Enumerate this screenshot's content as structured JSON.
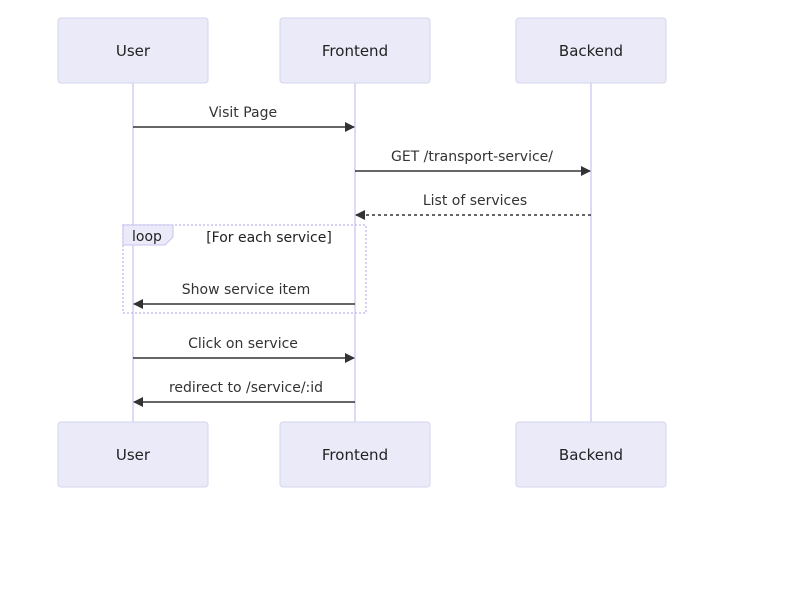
{
  "participants": [
    {
      "id": "user",
      "label": "User"
    },
    {
      "id": "frontend",
      "label": "Frontend"
    },
    {
      "id": "backend",
      "label": "Backend"
    }
  ],
  "messages": [
    {
      "from": "user",
      "to": "frontend",
      "label": "Visit Page",
      "style": "solid"
    },
    {
      "from": "frontend",
      "to": "backend",
      "label": "GET /transport-service/",
      "style": "solid"
    },
    {
      "from": "backend",
      "to": "frontend",
      "label": "List of services",
      "style": "dotted"
    },
    {
      "from": "frontend",
      "to": "user",
      "label": "Show service item",
      "style": "solid"
    },
    {
      "from": "user",
      "to": "frontend",
      "label": "Click on service",
      "style": "solid"
    },
    {
      "from": "frontend",
      "to": "user",
      "label": "redirect to /service/:id",
      "style": "solid"
    }
  ],
  "loop": {
    "keyword": "loop",
    "condition": "[For each service]"
  },
  "colors": {
    "actor_fill": "#eaeaf9",
    "actor_stroke": "#d6d6ef",
    "lifeline": "#d4cdf3",
    "message": "#333333",
    "loop_frame": "#c9c3ef"
  }
}
